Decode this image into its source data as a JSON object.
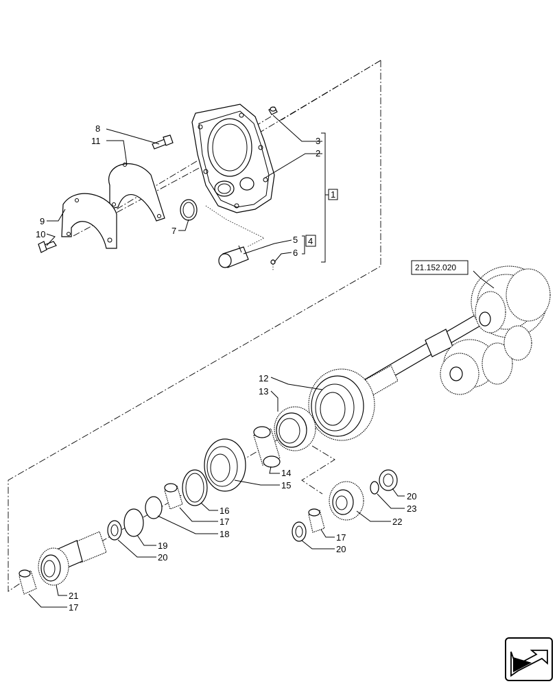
{
  "reference_box": "21.152.020",
  "callouts": [
    "1",
    "2",
    "3",
    "4",
    "5",
    "6",
    "7",
    "8",
    "9",
    "10",
    "11",
    "12",
    "13",
    "14",
    "15",
    "16",
    "17",
    "18",
    "19",
    "20",
    "21",
    "22",
    "23"
  ],
  "labels": {
    "l2": "2",
    "l3": "3",
    "l5": "5",
    "l6": "6",
    "l7": "7",
    "l8": "8",
    "l9": "9",
    "l10": "10",
    "l11": "11",
    "l12": "12",
    "l13": "13",
    "l14": "14",
    "l15": "15",
    "l16": "16",
    "l17a": "17",
    "l17b": "17",
    "l17c": "17",
    "l18": "18",
    "l19": "19",
    "l20a": "20",
    "l20b": "20",
    "l20c": "20",
    "l21": "21",
    "l22": "22",
    "l23": "23",
    "box1": "1",
    "box4": "4"
  },
  "icons": {
    "nav": "arrow-nav-icon"
  }
}
